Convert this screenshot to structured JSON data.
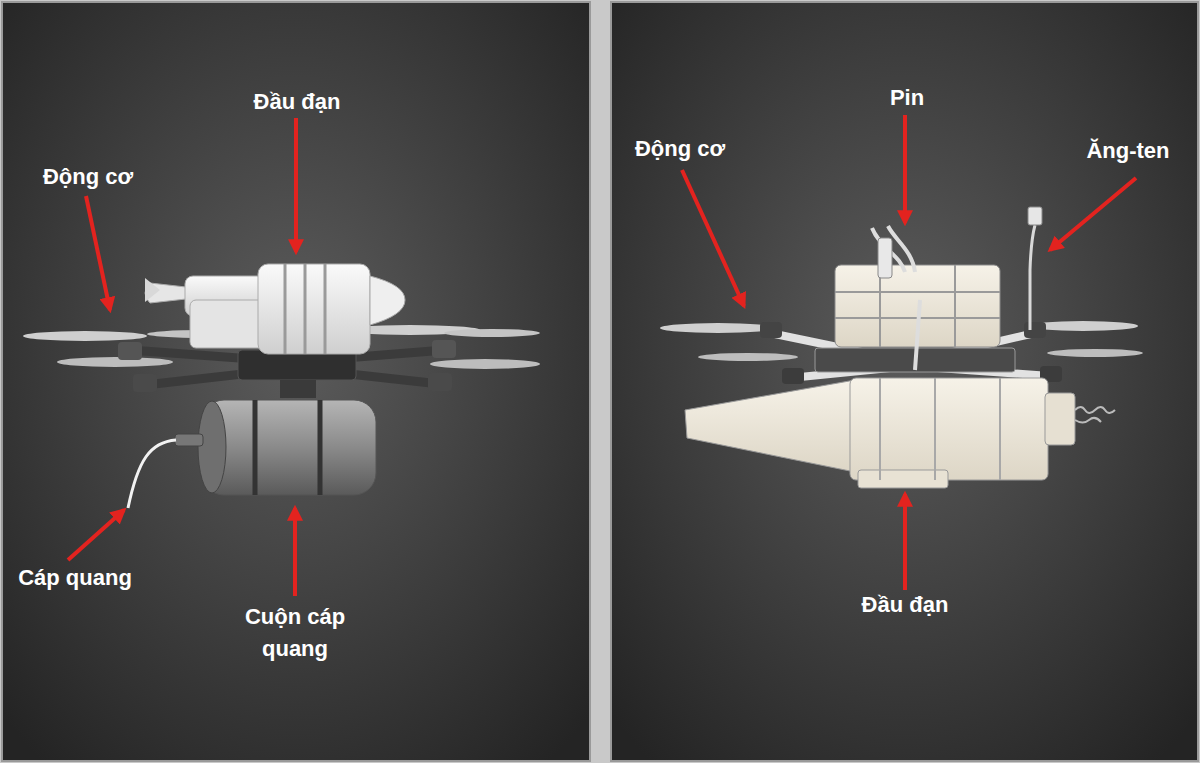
{
  "diagram": {
    "labels": [
      "Đầu đạn",
      "Động cơ",
      "Cáp quang",
      "Cuộn cáp quang",
      "Pin",
      "Động cơ",
      "Ăng-ten",
      "Đầu đạn"
    ]
  }
}
